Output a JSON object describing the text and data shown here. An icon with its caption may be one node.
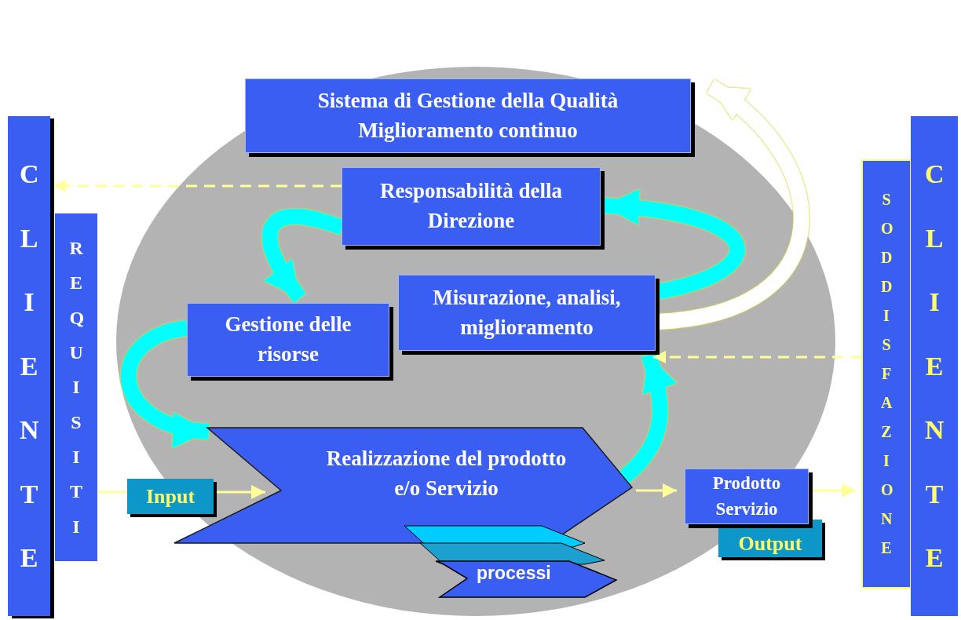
{
  "diagram": {
    "nodes": [
      {
        "text": [
          "CLIENTE"
        ]
      },
      {
        "text": [
          "REQUISITI"
        ]
      },
      {
        "text": [
          "Sistema di Gestione della Qualità",
          "Miglioramento continuo"
        ]
      },
      {
        "text": [
          "Responsabilità della Direzione"
        ]
      },
      {
        "text": [
          "Gestione delle risorse"
        ]
      },
      {
        "text": [
          "Misurazione, analisi, miglioramento"
        ]
      },
      {
        "text": [
          "Realizzazione del prodotto e/o  Servizio"
        ]
      },
      {
        "text": [
          "Input"
        ]
      },
      {
        "text": [
          "processi"
        ]
      },
      {
        "text": [
          "Prodotto Servizio"
        ]
      },
      {
        "text": [
          "Output"
        ]
      },
      {
        "text": [
          "SODDISFAZIONE"
        ]
      },
      {
        "text": [
          "CLIENTE"
        ]
      }
    ],
    "edges": [
      {
        "from": 3,
        "to": 0,
        "arrow": "to",
        "style": "dashed"
      },
      {
        "from": 3,
        "to": 4,
        "arrow": "to",
        "style": "thick",
        "color": "#00ffff"
      },
      {
        "from": 4,
        "to": 6,
        "arrow": "to",
        "style": "thick",
        "color": "#00ffff"
      },
      {
        "from": 6,
        "to": 5,
        "arrow": "to",
        "style": "thick",
        "color": "#00ffff"
      },
      {
        "from": 5,
        "to": 3,
        "arrow": "to",
        "style": "thick",
        "color": "#00ffff"
      },
      {
        "from": 5,
        "to": 2,
        "arrow": "to",
        "style": "thick",
        "color": "#ffffff"
      },
      {
        "from": 11,
        "to": 5,
        "arrow": "to",
        "style": "dashed"
      },
      {
        "from": 1,
        "to": 7,
        "arrow": "none"
      },
      {
        "from": 7,
        "to": 6,
        "arrow": "to"
      },
      {
        "from": 6,
        "to": 9,
        "arrow": "to"
      },
      {
        "from": 9,
        "to": 11,
        "arrow": "to"
      }
    ]
  }
}
